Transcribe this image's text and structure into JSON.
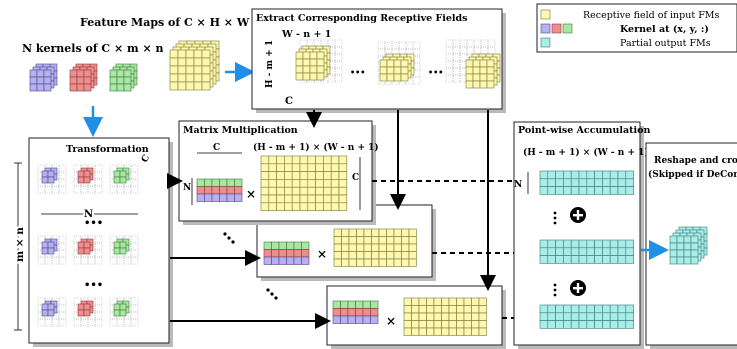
{
  "labels": {
    "feature_maps": "Feature Maps of C × H × W",
    "n_kernels": "N kernels of C × m × n",
    "extract": "Extract Corresponding Receptive Fields",
    "transformation": "Transformation",
    "matmul": "Matrix Multiplication",
    "pointwise": "Point-wise Accumulation",
    "reshape": "Reshape and crop",
    "skipped": "(Skipped if DeConv)",
    "w_n_1": "W - n + 1",
    "h_m_1": "H - m + 1",
    "c_vert": "C",
    "c_small": "C",
    "n_label": "N",
    "c_top": "C",
    "hw_dims": "(H - m + 1) × (W - n + 1)",
    "c_right": "C",
    "m_times_n": "m × n",
    "times": "×",
    "dots": "•••"
  },
  "legend": {
    "receptive": "Receptive field of input FMs",
    "kernel": "Kernel  at (x, y, :)",
    "partial": "Partial output FMs"
  },
  "colors": {
    "yellow": "#fdf7b0",
    "cyan": "#a9ece8",
    "purple": "#b6b0ee",
    "red": "#ee8d8d",
    "green": "#a9e6a4",
    "arrow_blue": "#1f8fe8"
  }
}
